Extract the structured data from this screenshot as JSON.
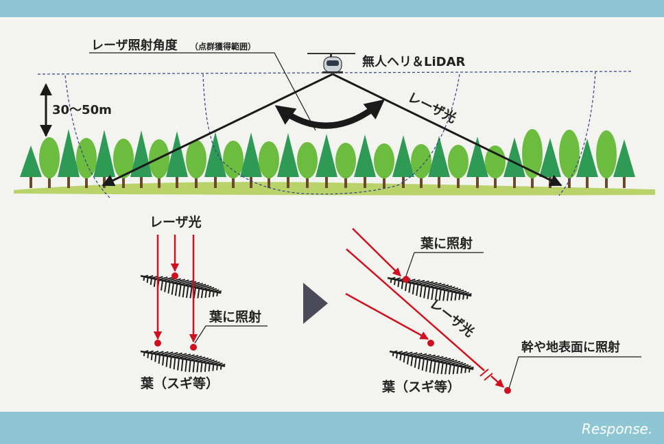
{
  "top": {
    "laser_angle_label": "レーザ照射角度",
    "laser_angle_sub": "（点群獲得範囲）",
    "drone_label": "無人ヘリ＆LiDAR",
    "height_label": "30〜50m",
    "laser_light_label": "レーザ光"
  },
  "bottom_left": {
    "laser_light_label": "レーザ光",
    "leaf_hit_label": "葉に照射",
    "leaf_caption": "葉（スギ等）"
  },
  "bottom_right": {
    "leaf_hit_label": "葉に照射",
    "laser_light_label": "レーザ光",
    "ground_hit_label": "幹や地表面に照射",
    "leaf_caption": "葉（スギ等）"
  },
  "watermark": "Response.",
  "colors": {
    "board": "#f3f3ef",
    "frame": "#8fc6d3",
    "laser_red": "#d0101e",
    "dashed_line": "#2e3f8c",
    "ground": "#b9d36a",
    "tree_dark": "#2f9a56",
    "tree_light": "#6cbc3f",
    "arrow_black": "#1a1a1a",
    "triangle": "#4b4a58"
  }
}
